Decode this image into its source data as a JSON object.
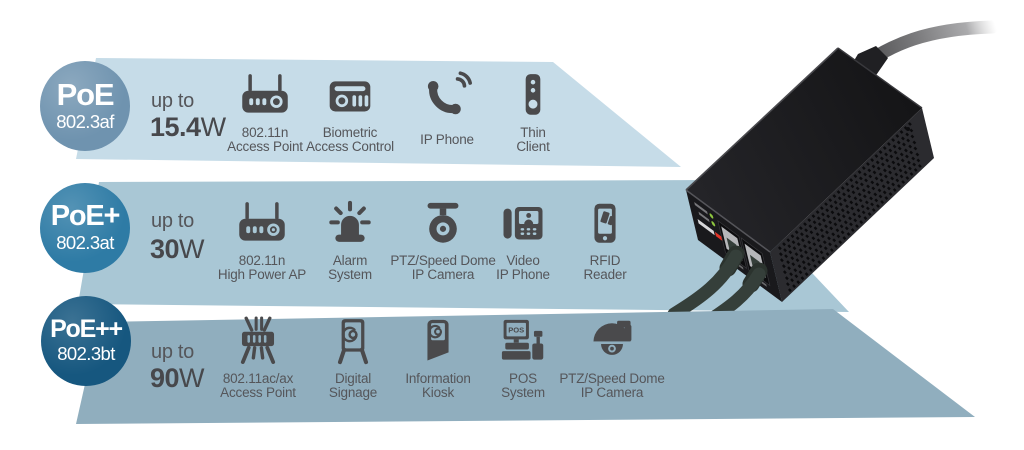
{
  "bands": [
    {
      "name": "PoE",
      "ieee": "802.3af",
      "up_to": "up to",
      "watts": "15.4",
      "unit": "W",
      "devices": [
        {
          "icon": "wifi-access-point-icon",
          "line1": "802.11n",
          "line2": "Access Point"
        },
        {
          "icon": "biometric-access-control-icon",
          "line1": "Biometric",
          "line2": "Access Control"
        },
        {
          "icon": "ip-phone-icon",
          "line1": "IP Phone",
          "line2": ""
        },
        {
          "icon": "thin-client-icon",
          "line1": "Thin",
          "line2": "Client"
        }
      ]
    },
    {
      "name": "PoE+",
      "ieee": "802.3at",
      "up_to": "up to",
      "watts": "30",
      "unit": "W",
      "devices": [
        {
          "icon": "wifi-access-point-icon",
          "line1": "802.11n",
          "line2": "High Power AP"
        },
        {
          "icon": "alarm-system-icon",
          "line1": "Alarm",
          "line2": "System"
        },
        {
          "icon": "ptz-speed-dome-camera-icon",
          "line1": "PTZ/Speed Dome",
          "line2": "IP Camera"
        },
        {
          "icon": "video-ip-phone-icon",
          "line1": "Video",
          "line2": "IP Phone"
        },
        {
          "icon": "rfid-reader-icon",
          "line1": "RFID",
          "line2": "Reader"
        }
      ]
    },
    {
      "name": "PoE++",
      "ieee": "802.3bt",
      "up_to": "up to",
      "watts": "90",
      "unit": "W",
      "devices": [
        {
          "icon": "wifi-ac-ax-access-point-icon",
          "line1": "802.11ac/ax",
          "line2": "Access Point"
        },
        {
          "icon": "digital-signage-icon",
          "line1": "Digital",
          "line2": "Signage"
        },
        {
          "icon": "information-kiosk-icon",
          "line1": "Information",
          "line2": "Kiosk"
        },
        {
          "icon": "pos-system-icon",
          "line1": "POS",
          "line2": "System"
        },
        {
          "icon": "dome-camera-icon",
          "line1": "PTZ/Speed Dome",
          "line2": "IP Camera"
        }
      ]
    }
  ],
  "pos_screen_label": "POS",
  "colors": {
    "band1": "#c6dce8",
    "band2": "#a9c7d5",
    "band3": "#90aebe",
    "circle1": "#6f93af",
    "circle2": "#2e7ba5",
    "circle3": "#16577f",
    "icon": "#4a4a4c",
    "text": "#55565a",
    "number": "#47484c",
    "led_green": "#8ec63f",
    "logo_red": "#e03428",
    "cable": "#353f3a"
  }
}
